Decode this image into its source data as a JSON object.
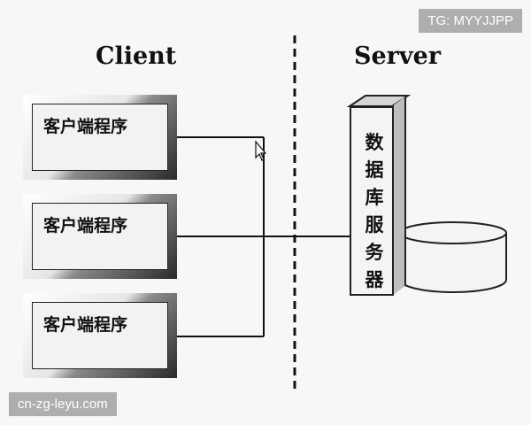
{
  "diagram": {
    "client_title": "Client",
    "server_title": "Server",
    "clients": [
      {
        "label": "客户端程序"
      },
      {
        "label": "客户端程序"
      },
      {
        "label": "客户端程序"
      }
    ],
    "server_label": [
      "数",
      "据",
      "库",
      "服",
      "务",
      "器"
    ],
    "icons": {
      "database": "database-cylinder-icon",
      "cursor": "mouse-pointer-icon"
    },
    "colors": {
      "line": "#111111",
      "box_face": "#f2f2f2",
      "server_side": "#bdbdbd"
    }
  },
  "watermarks": {
    "tg": "TG: MYYJJPP",
    "site": "cn-zg-leyu.com"
  }
}
